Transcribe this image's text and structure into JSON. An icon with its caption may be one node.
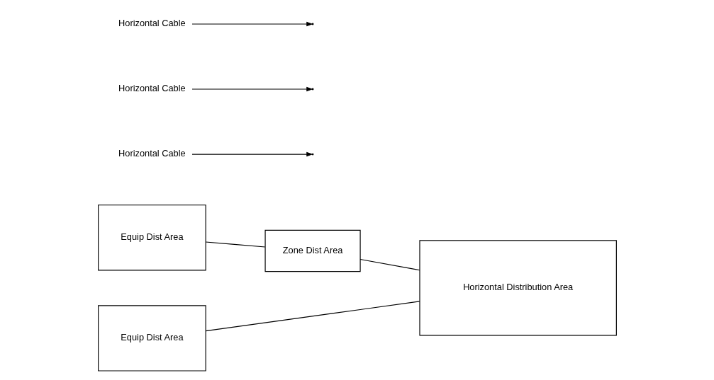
{
  "diagram": {
    "nodes": [
      {
        "text": [
          "Equip Dist Area"
        ]
      },
      {
        "text": [
          "Zone Dist Area"
        ]
      },
      {
        "text": [
          "Horizontal Distribution Area"
        ]
      },
      {
        "text": [
          "Equip Dist Area"
        ]
      },
      {
        "text": [
          "Horizontal Cable"
        ]
      },
      {
        "text": [
          "Horizontal Cable"
        ]
      },
      {
        "text": [
          "Horizontal Cable"
        ]
      }
    ],
    "edges": [
      {
        "from": 0,
        "to": 1,
        "arrow": "none"
      },
      {
        "from": 1,
        "to": 2,
        "arrow": "none"
      },
      {
        "from": 3,
        "to": 2,
        "arrow": "none"
      },
      {
        "from": 4,
        "to": null,
        "arrow": "to"
      },
      {
        "from": 5,
        "to": null,
        "arrow": "to"
      },
      {
        "from": 6,
        "to": null,
        "arrow": "to"
      }
    ]
  }
}
